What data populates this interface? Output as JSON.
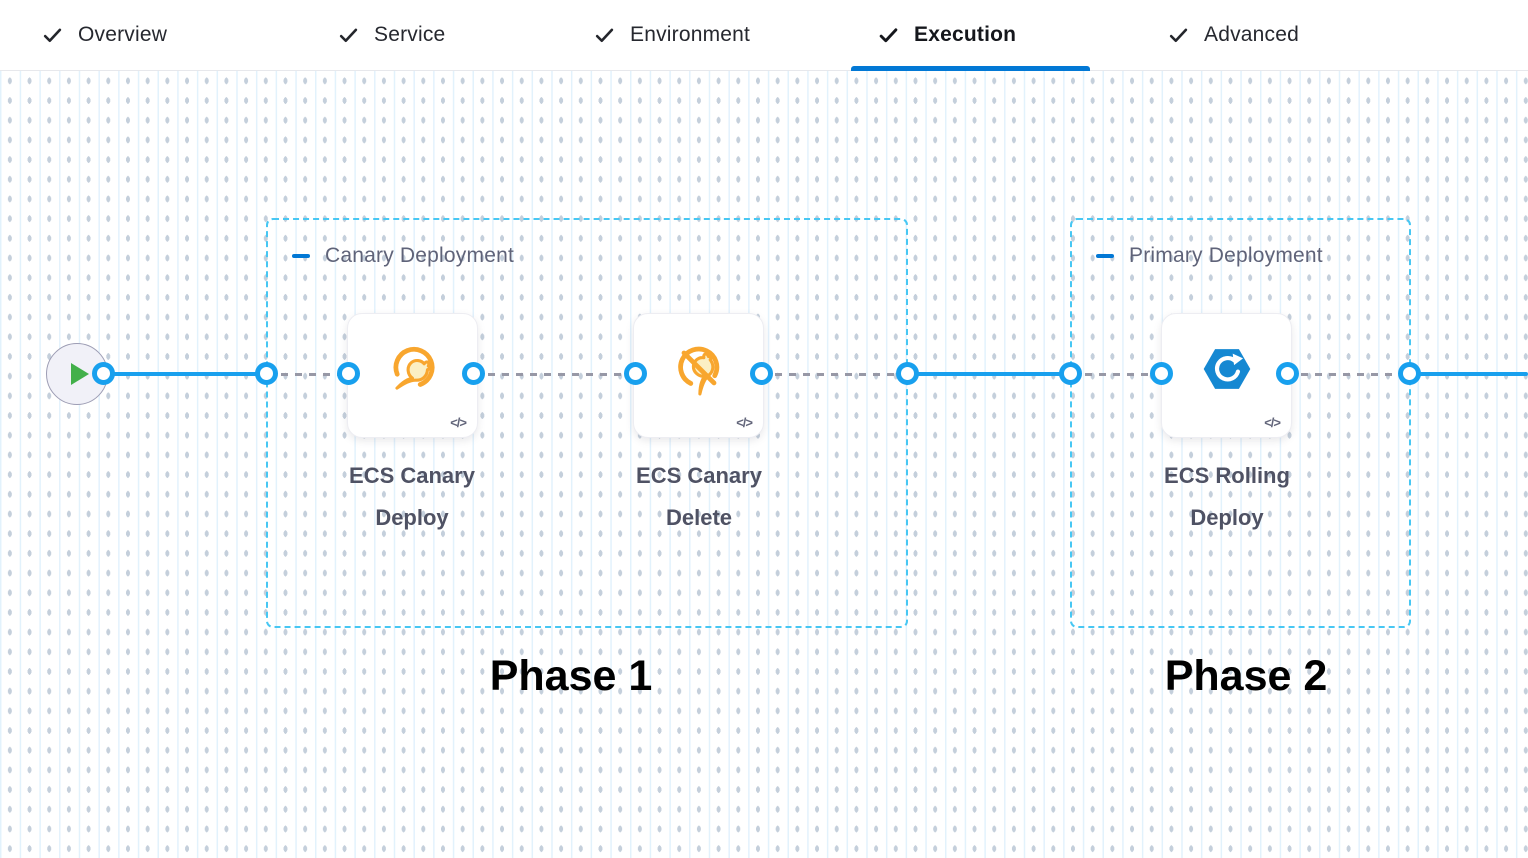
{
  "tabs": {
    "items": [
      {
        "label": "Overview",
        "completed": true,
        "active": false
      },
      {
        "label": "Service",
        "completed": true,
        "active": false
      },
      {
        "label": "Environment",
        "completed": true,
        "active": false
      },
      {
        "label": "Execution",
        "completed": true,
        "active": true
      },
      {
        "label": "Advanced",
        "completed": true,
        "active": false
      }
    ]
  },
  "canvas": {
    "start_node": {
      "icon": "play-icon"
    },
    "groups": [
      {
        "title": "Canary Deployment",
        "phase_label": "Phase 1",
        "steps": [
          {
            "name": "ECS Canary Deploy",
            "icon": "canary-icon",
            "badge": "</>"
          },
          {
            "name": "ECS Canary Delete",
            "icon": "canary-delete-icon",
            "badge": "</>"
          }
        ]
      },
      {
        "title": "Primary Deployment",
        "phase_label": "Phase 2",
        "steps": [
          {
            "name": "ECS Rolling Deploy",
            "icon": "ecs-rolling-icon",
            "badge": "</>"
          }
        ]
      }
    ]
  },
  "colors": {
    "accent_blue": "#0278d5",
    "connector_blue": "#18a0ee",
    "group_border_blue": "#47c7f3",
    "canary_orange": "#F8A62E",
    "ecs_blue": "#1588D2",
    "play_green": "#42B04A",
    "node_label_slate": "#4F5264",
    "group_title_gray": "#5F6379"
  }
}
